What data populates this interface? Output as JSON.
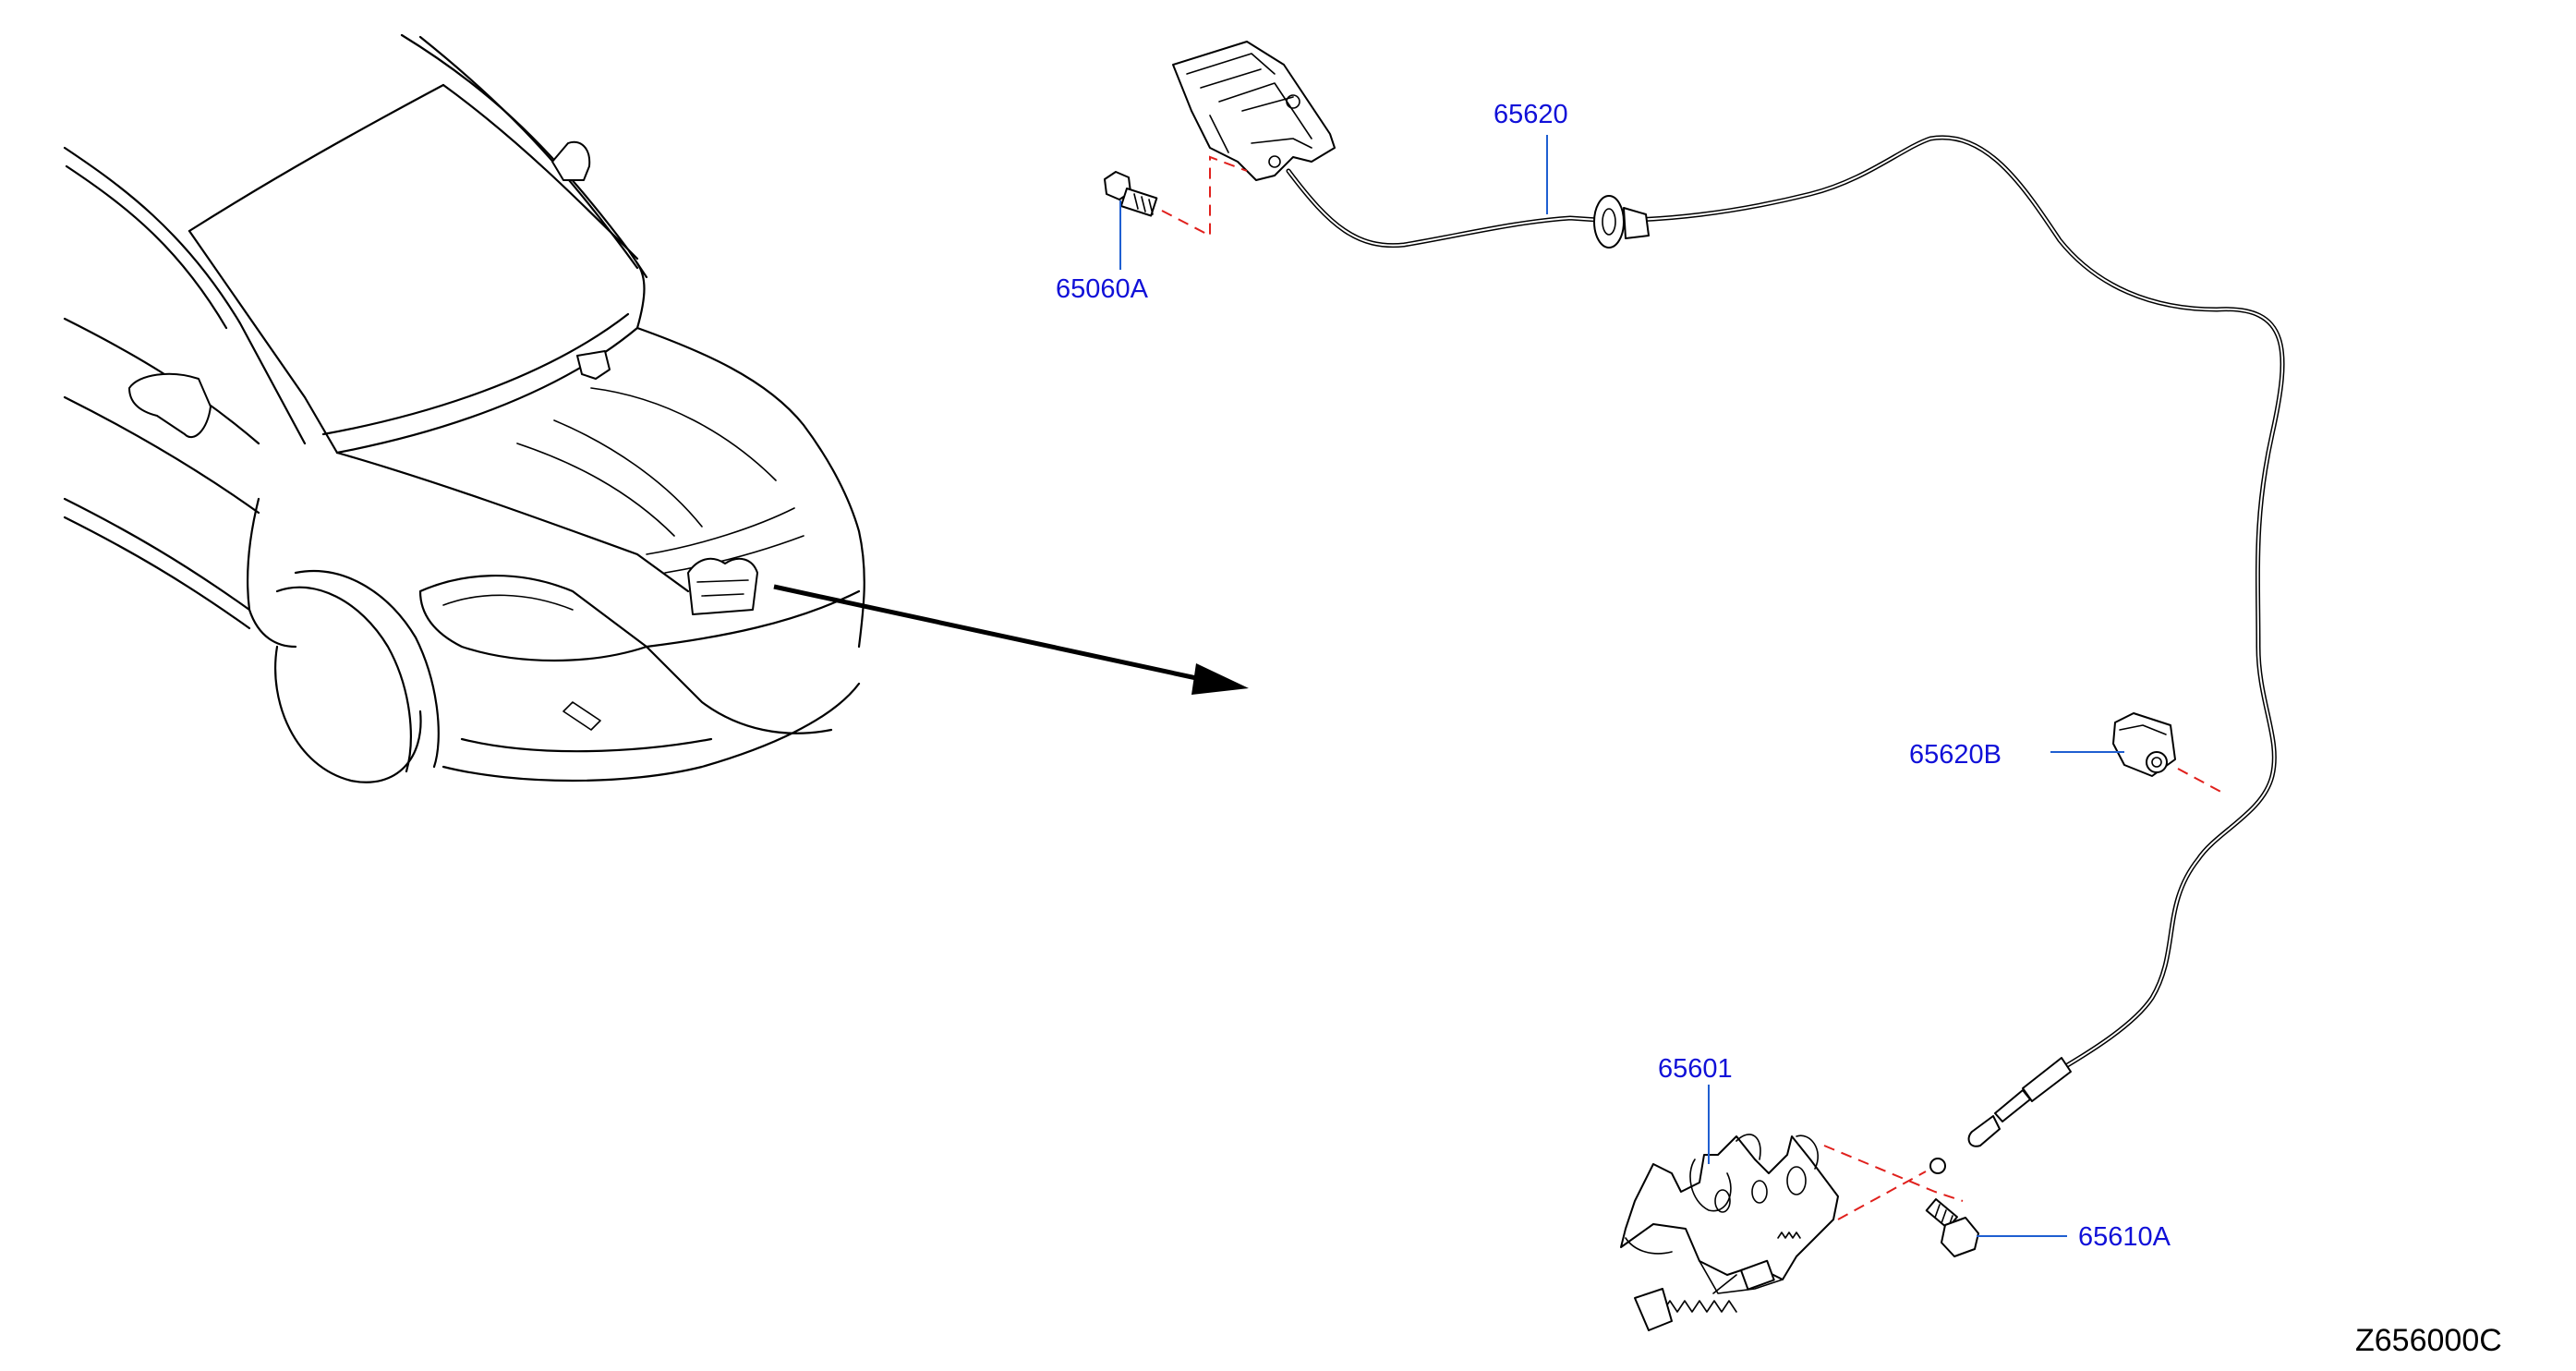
{
  "diagram": {
    "callouts": [
      {
        "id": "hood-lock-control-cable",
        "text": "65620"
      },
      {
        "id": "hood-lock-control-handle-bolt",
        "text": "65060A"
      },
      {
        "id": "hood-cable-clip",
        "text": "65620B"
      },
      {
        "id": "hood-lock-assembly",
        "text": "65601"
      },
      {
        "id": "hood-lock-bolt",
        "text": "65610A"
      }
    ],
    "diagram_id": "Z656000C"
  },
  "colors": {
    "callout_text": "#1010d8",
    "leader_line": "#1f5fd1",
    "alignment_dash": "#e0201c",
    "line_art": "#000000"
  }
}
